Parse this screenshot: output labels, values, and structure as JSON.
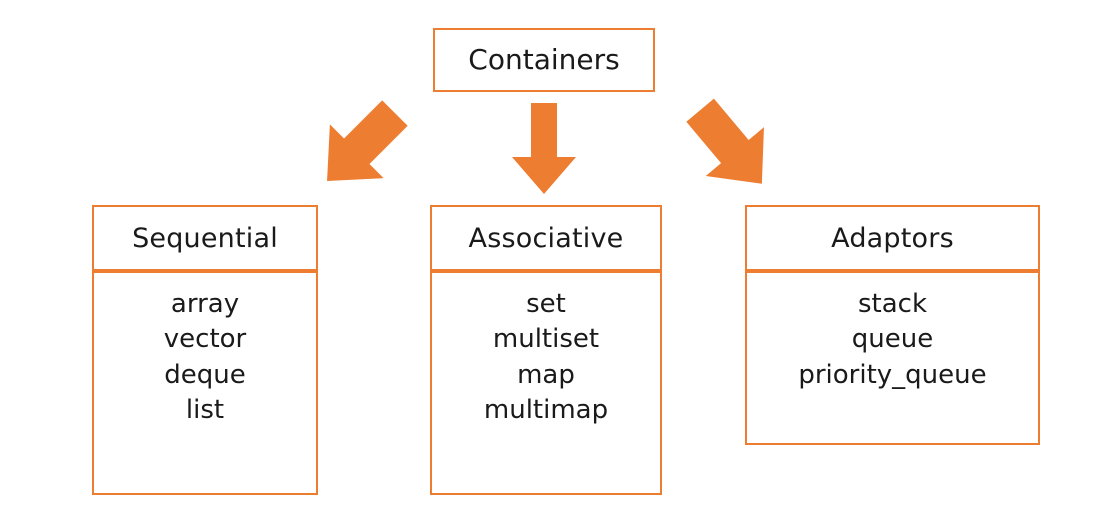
{
  "diagram": {
    "title_node": {
      "label": "Containers"
    },
    "arrows": [
      {
        "name": "arrow-to-sequential",
        "direction": "down-left",
        "color": "#ED7D31"
      },
      {
        "name": "arrow-to-associative",
        "direction": "down",
        "color": "#ED7D31"
      },
      {
        "name": "arrow-to-adaptors",
        "direction": "down-right",
        "color": "#ED7D31"
      }
    ],
    "categories": [
      {
        "id": "sequential",
        "header": "Sequential",
        "items": [
          "array",
          "vector",
          "deque",
          "list"
        ]
      },
      {
        "id": "associative",
        "header": "Associative",
        "items": [
          "set",
          "multiset",
          "map",
          "multimap"
        ]
      },
      {
        "id": "adaptors",
        "header": "Adaptors",
        "items": [
          "stack",
          "queue",
          "priority_queue"
        ]
      }
    ],
    "colors": {
      "accent": "#ED7D31",
      "text": "#1a1a1a",
      "background": "#ffffff"
    }
  }
}
